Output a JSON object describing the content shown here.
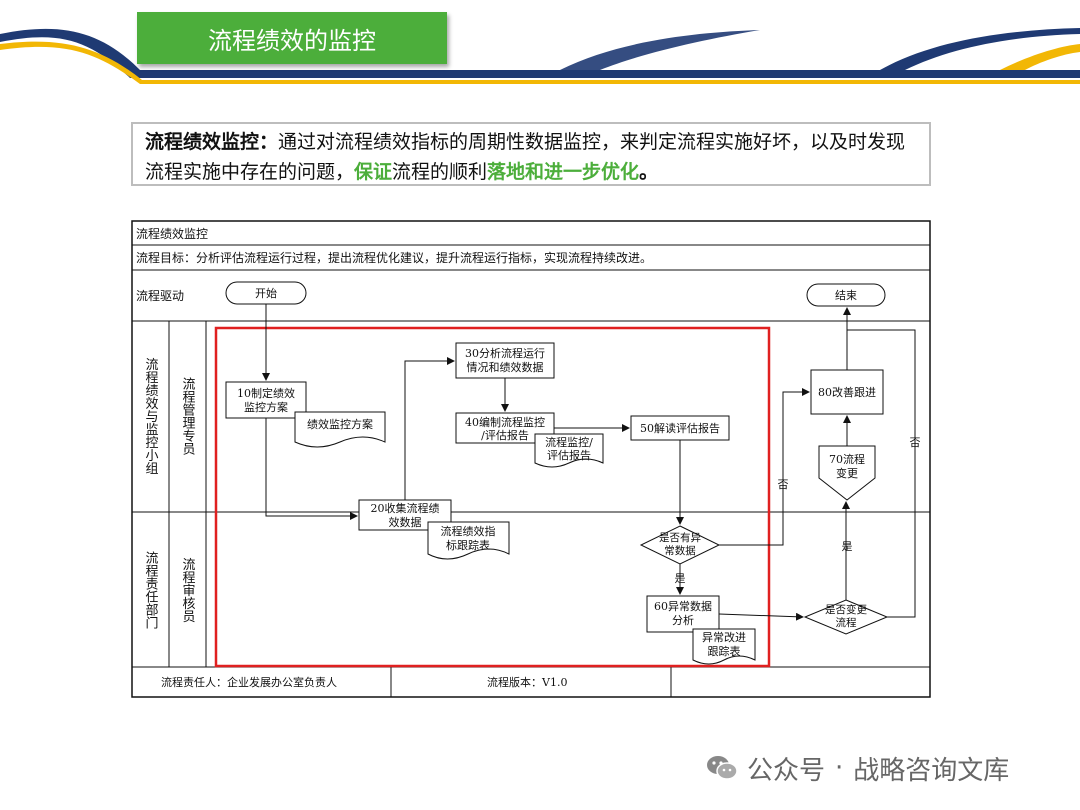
{
  "slide": {
    "title": "流程绩效的监控",
    "desc": {
      "lead": "流程绩效监控：",
      "part1": "通过对流程绩效指标的周期性数据监控，来判定流程实施好坏，以及时发现流程实施中存在的问题，",
      "bold1": "保证",
      "part2": "流程的顺利",
      "bold2": "落地和进一步优化",
      "tail": "。"
    },
    "watermark": {
      "dot": "·",
      "account_label": "公众号",
      "account_name": "战略咨询文库",
      "icon": "wechat-icon"
    }
  },
  "flowchart": {
    "header_title": "流程绩效监控",
    "goal": "流程目标：分析评估流程运行过程，提出流程优化建议，提升流程运行指标，实现流程持续改进。",
    "driver_label": "流程驱动",
    "start": "开始",
    "end": "结束",
    "group1": "流程绩效与监控小组",
    "role1": "流程管理专员",
    "group2": "流程责任部门",
    "role2": "流程审核员",
    "steps": {
      "s10": [
        "10制定绩效",
        "监控方案"
      ],
      "s20": [
        "20收集流程绩",
        "效数据"
      ],
      "s30": [
        "30分析流程运行",
        "情况和绩效数据"
      ],
      "s40": [
        "40编制流程监控",
        "/评估报告"
      ],
      "s50": "50解读评估报告",
      "s60": [
        "60异常数据",
        "分析"
      ],
      "s70": [
        "70流程",
        "变更"
      ],
      "s80": "80改善跟进"
    },
    "docs": {
      "d10": "绩效监控方案",
      "d20": [
        "流程绩效指",
        "标跟踪表"
      ],
      "d40": [
        "流程监控/",
        "评估报告"
      ],
      "d60": [
        "异常改进",
        "跟踪表"
      ]
    },
    "decisions": {
      "q1": [
        "是否有异",
        "常数据"
      ],
      "q2": [
        "是否变更",
        "流程"
      ]
    },
    "labels": {
      "yes": "是",
      "no": "否"
    },
    "footer": {
      "owner": "流程责任人：企业发展办公室负责人",
      "version": "流程版本：V1.0"
    }
  }
}
